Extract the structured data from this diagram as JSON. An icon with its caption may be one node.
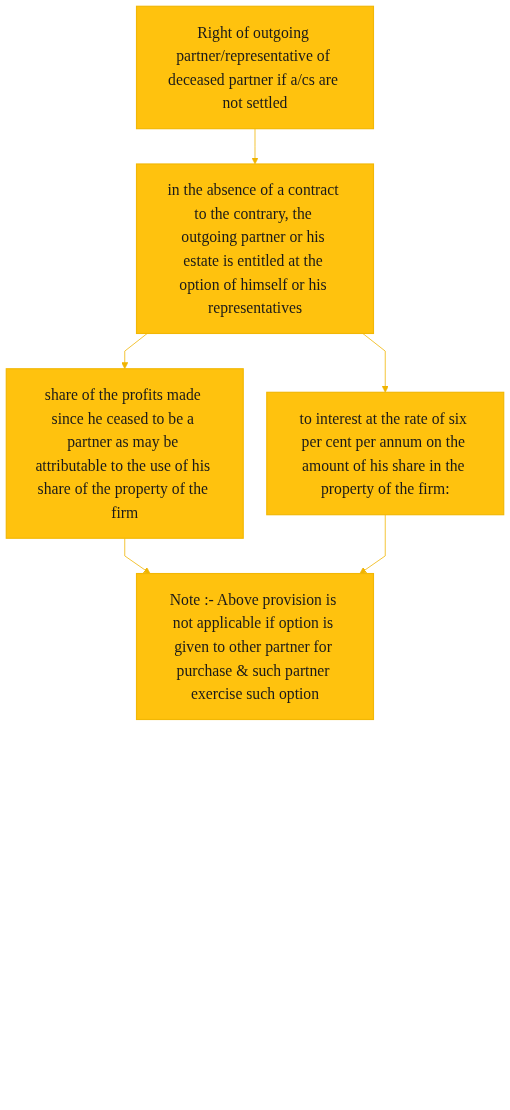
{
  "diagram": {
    "nodes": [
      {
        "text": [
          "Right of outgoing partner/representative of deceased partner if a/cs are not settled"
        ]
      },
      {
        "text": [
          "in the absence of a contract to the contrary, the outgoing partner or his estate is entitled at the option of himself or his representatives"
        ]
      },
      {
        "text": [
          "share of the profits made since he ceased to be a partner as may be attributable to the use of his share of the property of the firm"
        ]
      },
      {
        "text": [
          "to interest at the rate of six per cent per annum on the amount of his share in the property of the firm:"
        ]
      },
      {
        "text": [
          "Note :- Above provision is not applicable if option is given to other partner for purchase & such partner exercise such option"
        ]
      }
    ],
    "edges": [
      {
        "from": 0,
        "to": 1,
        "arrow": "to"
      },
      {
        "from": 1,
        "to": 2,
        "arrow": "to"
      },
      {
        "from": 1,
        "to": 3,
        "arrow": "to"
      },
      {
        "from": 2,
        "to": 4,
        "arrow": "to"
      },
      {
        "from": 3,
        "to": 4,
        "arrow": "to"
      }
    ]
  }
}
